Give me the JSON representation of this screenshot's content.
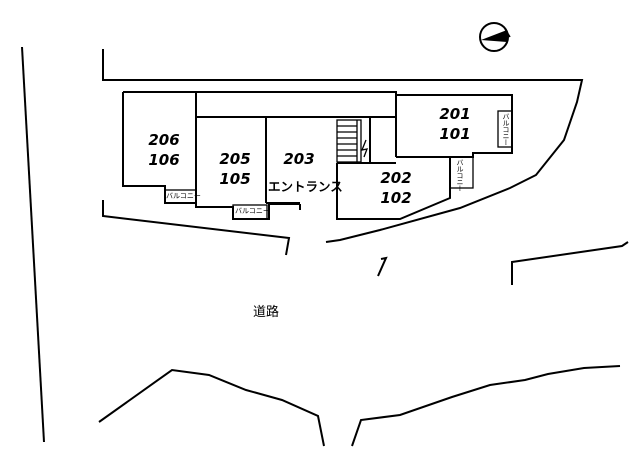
{
  "units": {
    "u206": {
      "upper": "206",
      "lower": "106"
    },
    "u205": {
      "upper": "205",
      "lower": "105"
    },
    "u203": {
      "upper": "203"
    },
    "u202": {
      "upper": "202",
      "lower": "102"
    },
    "u201": {
      "upper": "201",
      "lower": "101"
    }
  },
  "entrance": "エントランス",
  "balcony": "バルコニー",
  "road": "道路",
  "icons": {
    "north": "north-arrow-icon",
    "stairs": "stairs-icon"
  }
}
